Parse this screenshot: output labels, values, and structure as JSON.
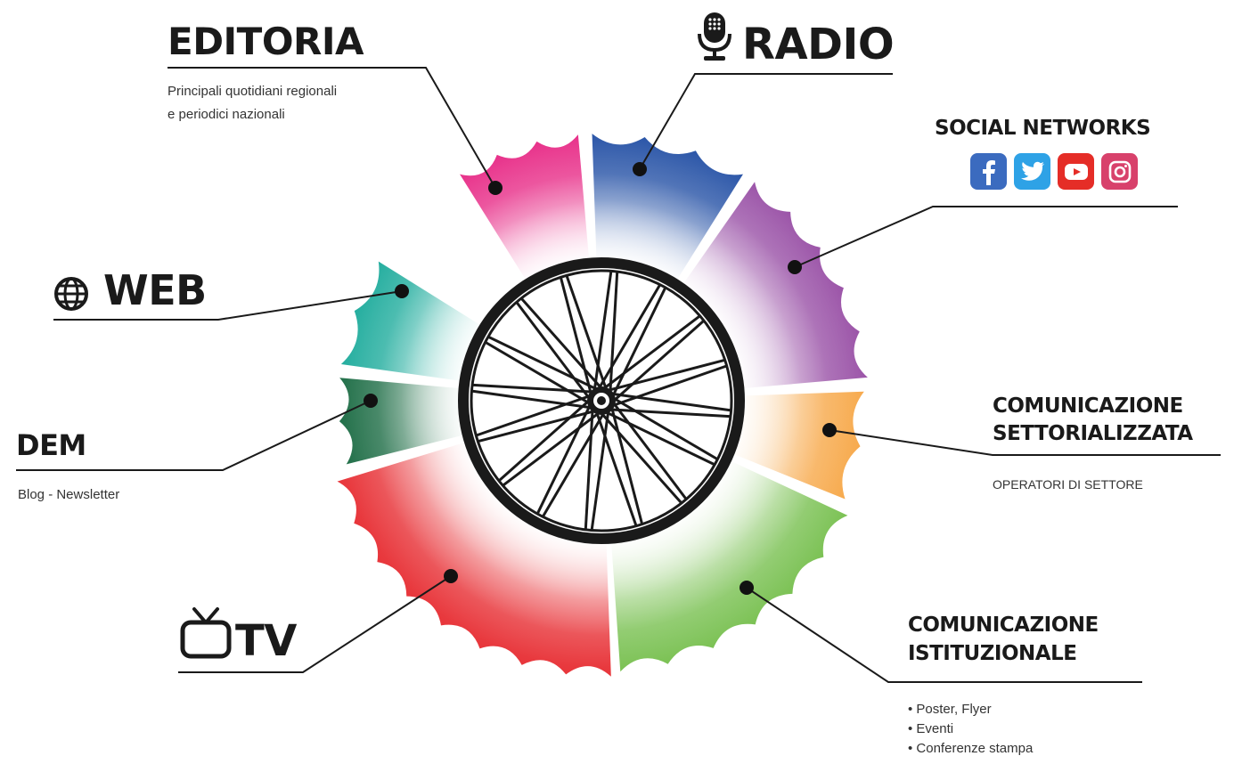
{
  "labels": {
    "editoria": "EDITORIA",
    "editoria_desc_1": "Principali quotidiani regionali",
    "editoria_desc_2": "e periodici nazionali",
    "radio": "RADIO",
    "social": "SOCIAL NETWORKS",
    "web": "WEB",
    "dem": "DEM",
    "dem_desc": "Blog - Newsletter",
    "tv": "TV",
    "settoriale_1": "COMUNICAZIONE",
    "settoriale_2": "SETTORIALIZZATA",
    "settoriale_desc": "OPERATORI DI SETTORE",
    "istituzionale_1": "COMUNICAZIONE",
    "istituzionale_2": "ISTITUZIONALE",
    "istituzionale_items": [
      "• Poster, Flyer",
      "• Eventi",
      "• Conferenze stampa"
    ]
  },
  "segment_colors": {
    "editoria": "#e8318a",
    "radio": "#2b56a8",
    "social": "#9b54a8",
    "settoriale": "#f7a94b",
    "istituzionale": "#7cc255",
    "tv": "#e8353a",
    "dem": "#1f6e47",
    "web": "#22ad9e"
  },
  "social_icons": [
    {
      "name": "facebook-icon",
      "color": "#3b6bbf",
      "glyph": "f"
    },
    {
      "name": "twitter-icon",
      "color": "#2ea2e6",
      "glyph": "t"
    },
    {
      "name": "youtube-icon",
      "color": "#e52d27",
      "glyph": "▶"
    },
    {
      "name": "instagram-icon",
      "color": "#d8416b",
      "glyph": "◎"
    }
  ],
  "icons": {
    "radio": "microphone-icon",
    "web": "globe-icon",
    "tv": "tv-icon"
  }
}
